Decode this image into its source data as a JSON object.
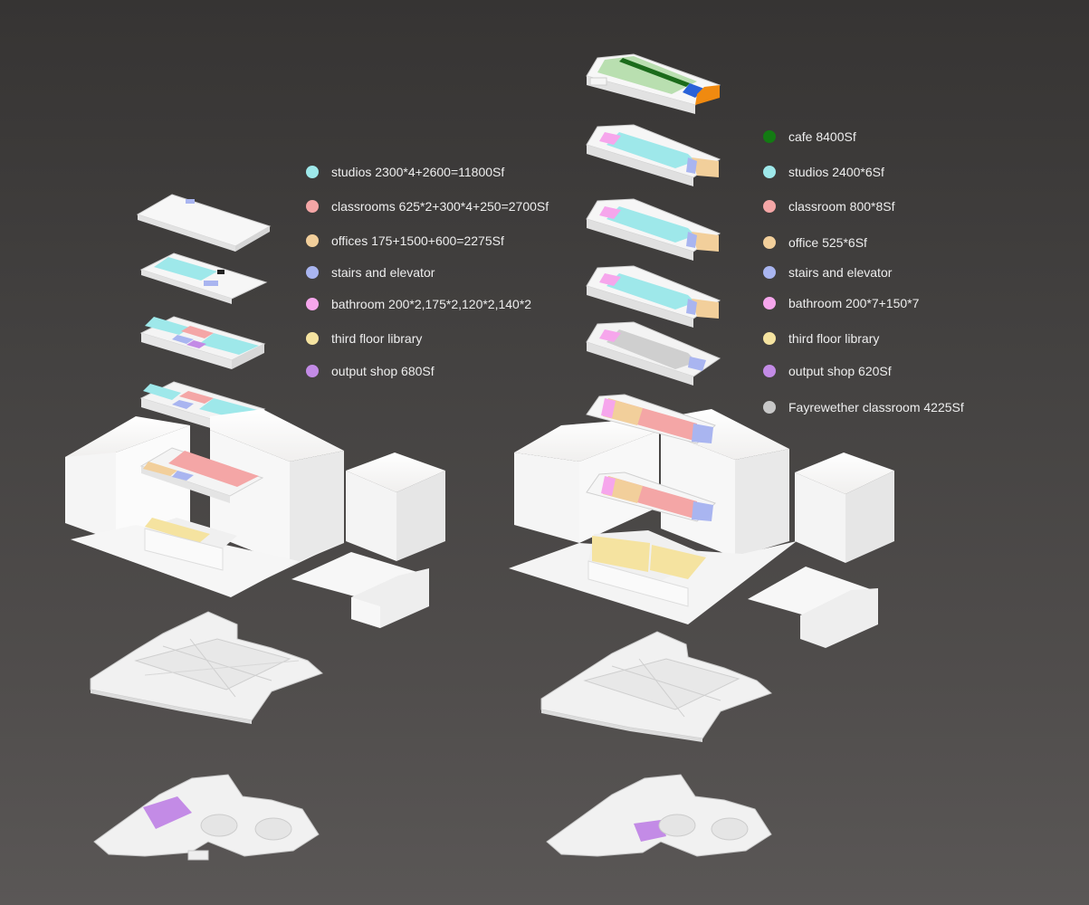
{
  "left_legend": {
    "items": [
      {
        "label": "studios 2300*4+2600=11800Sf",
        "color": "#9ee8ea"
      },
      {
        "label": "classrooms 625*2+300*4+250=2700Sf",
        "color": "#f4a6a6"
      },
      {
        "label": "offices 175+1500+600=2275Sf",
        "color": "#f2cf9b"
      },
      {
        "label": "stairs and elevator",
        "color": "#a9b5f0"
      },
      {
        "label": "bathroom 200*2,175*2,120*2,140*2",
        "color": "#f6a6ec"
      },
      {
        "label": "third floor library",
        "color": "#f5e3a0"
      },
      {
        "label": "output shop 680Sf",
        "color": "#c38be6"
      }
    ]
  },
  "right_legend": {
    "items": [
      {
        "label": "cafe 8400Sf",
        "color": "#137a13"
      },
      {
        "label": "studios  2400*6Sf",
        "color": "#9ee8ea"
      },
      {
        "label": "classroom 800*8Sf",
        "color": "#f4a6a6"
      },
      {
        "label": "office 525*6Sf",
        "color": "#f2cf9b"
      },
      {
        "label": "stairs and elevator",
        "color": "#a9b5f0"
      },
      {
        "label": "bathroom 200*7+150*7",
        "color": "#f6a6ec"
      },
      {
        "label": "third floor library",
        "color": "#f5e3a0"
      },
      {
        "label": "output shop 620Sf",
        "color": "#c38be6"
      },
      {
        "label": "Fayrewether classroom 4225Sf",
        "color": "#c8c8c8"
      }
    ]
  }
}
